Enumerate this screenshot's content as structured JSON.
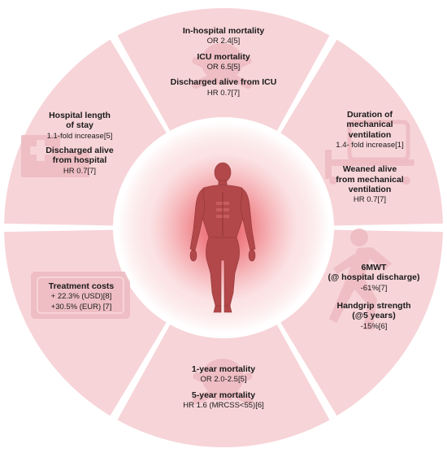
{
  "colors": {
    "segment_fill": "#f7d4d8",
    "segment_gap": "#ffffff",
    "center_glow": "#e9545c",
    "body_color": "#b2484a",
    "icon_tint": "#ecbcc2"
  },
  "icons": {
    "center": "human-muscle-figure-icon",
    "top": "skull-crossbones-icon",
    "upper_right": "ventilator-bed-icon",
    "lower_right": "running-person-icon",
    "bottom": "skull-crossbones-icon",
    "lower_left": "money-banknote-icon",
    "upper_left": "hospital-building-icon"
  },
  "segments": {
    "top": {
      "in_hospital_title": "In-hospital mortality",
      "in_hospital_value": "OR 2.4[5]",
      "icu_title": "ICU mortality",
      "icu_value": "OR 6.5[5]",
      "discharged_icu_title": "Discharged alive from ICU",
      "discharged_icu_value": "HR 0.7[7]"
    },
    "upper_right": {
      "duration_title_1": "Duration of",
      "duration_title_2": "mechanical",
      "duration_title_3": "ventilation",
      "duration_value": "1.4- fold increase[1]",
      "weaned_title_1": "Weaned alive",
      "weaned_title_2": "from mechanical",
      "weaned_title_3": "ventilation",
      "weaned_value": "HR 0.7[7]"
    },
    "lower_right": {
      "walk_title_1": "6MWT",
      "walk_title_2": "(@ hospital discharge)",
      "walk_value": "-61%[7]",
      "grip_title_1": "Handgrip strength",
      "grip_title_2": "(@5 years)",
      "grip_value": "-15%[6]"
    },
    "bottom": {
      "one_year_title": "1-year mortality",
      "one_year_value": "OR 2.0-2.5[5]",
      "five_year_title": "5-year mortality",
      "five_year_value": "HR 1.6 (MRCSS<55)[6]"
    },
    "lower_left": {
      "costs_title": "Treatment costs",
      "costs_usd": "+ 22.3% (USD)[8]",
      "costs_eur": "+30.5% (EUR) [7]"
    },
    "upper_left": {
      "los_title_1": "Hospital length",
      "los_title_2": "of stay",
      "los_value": "1.1-fold increase[5]",
      "discharged_hosp_title_1": "Discharged alive",
      "discharged_hosp_title_2": "from hospital",
      "discharged_hosp_value": "HR 0.7[7]"
    }
  }
}
